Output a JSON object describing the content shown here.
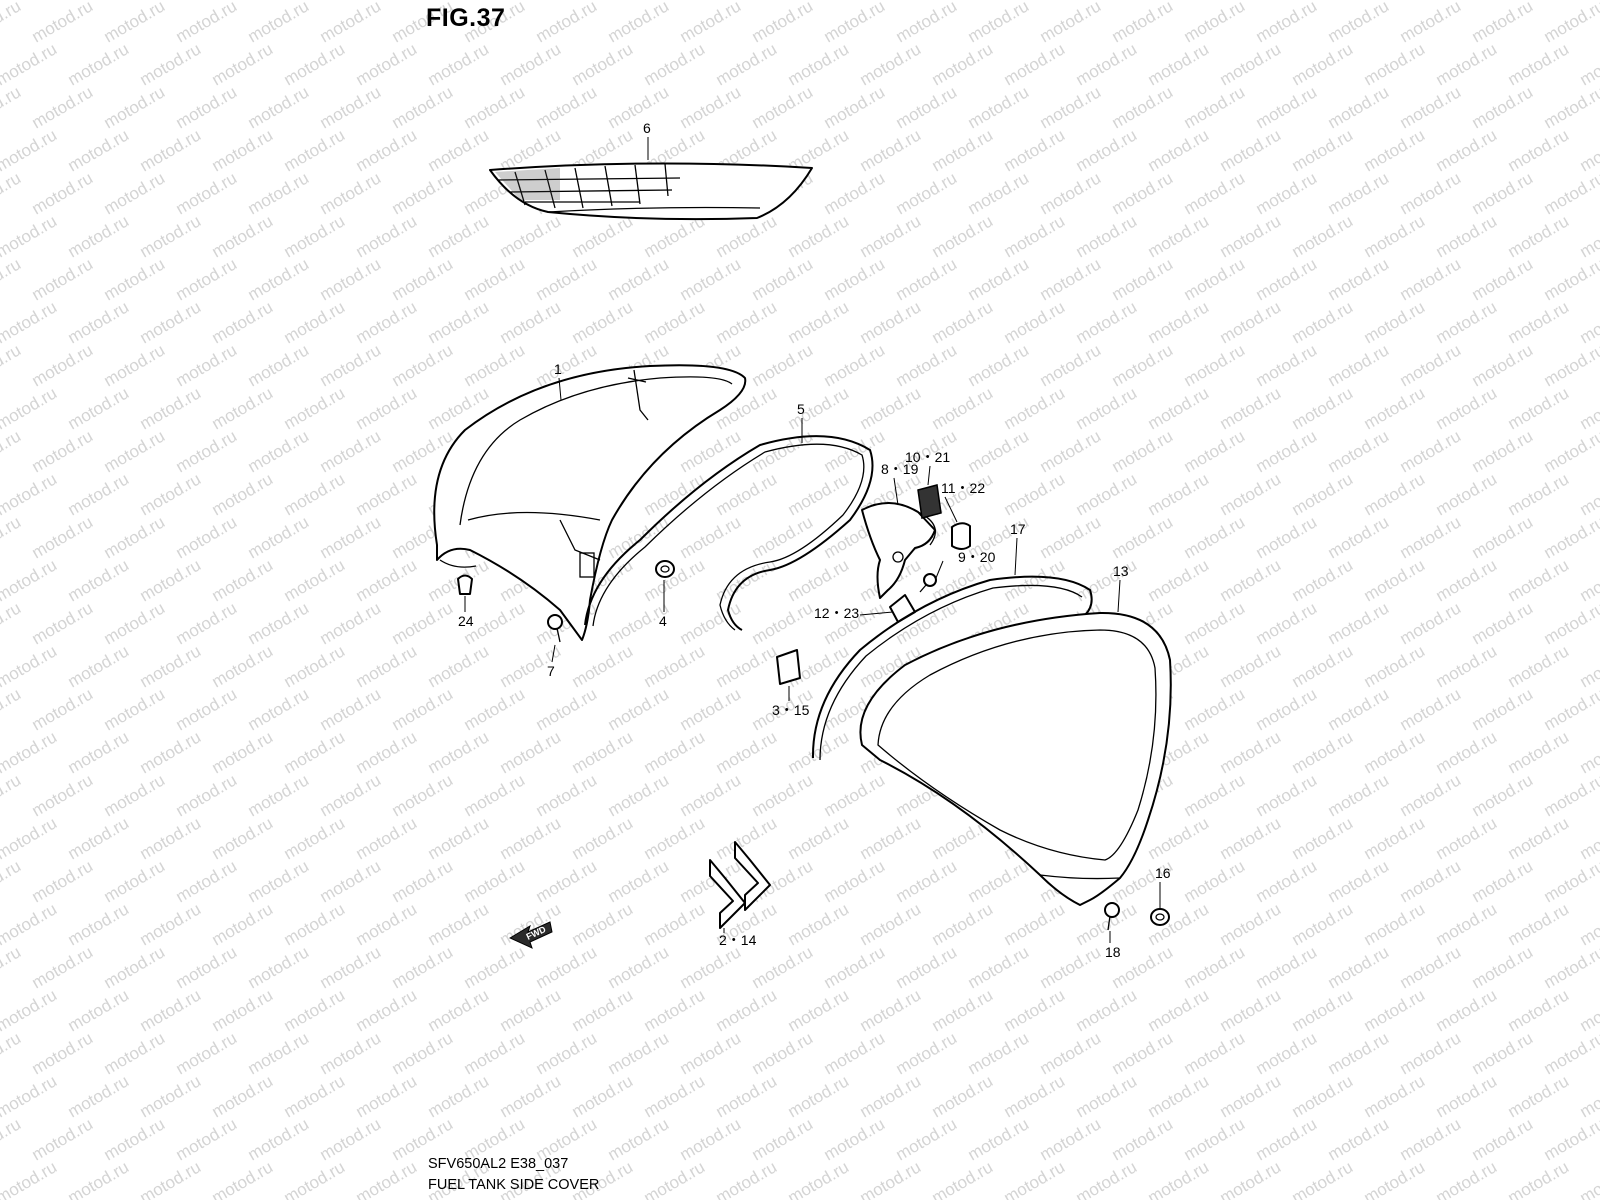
{
  "figure": {
    "title": "FIG.37",
    "model_code": "SFV650AL2 E38_037",
    "section_name": "FUEL TANK SIDE COVER"
  },
  "watermark": {
    "text": "motod.ru",
    "color": "#d4d4d4"
  },
  "arrow_label": "FWD",
  "callouts": [
    {
      "id": "c6",
      "label": "6"
    },
    {
      "id": "c1",
      "label": "1"
    },
    {
      "id": "c5",
      "label": "5"
    },
    {
      "id": "c10_21",
      "label": "10・21"
    },
    {
      "id": "c8_19",
      "label": "8・19"
    },
    {
      "id": "c11_22",
      "label": "11・22"
    },
    {
      "id": "c17",
      "label": "17"
    },
    {
      "id": "c9_20",
      "label": "9・20"
    },
    {
      "id": "c13",
      "label": "13"
    },
    {
      "id": "c12_23",
      "label": "12・23"
    },
    {
      "id": "c24",
      "label": "24"
    },
    {
      "id": "c4",
      "label": "4"
    },
    {
      "id": "c7",
      "label": "7"
    },
    {
      "id": "c3_15",
      "label": "3・15"
    },
    {
      "id": "c16",
      "label": "16"
    },
    {
      "id": "c2_14",
      "label": "2・14"
    },
    {
      "id": "c18",
      "label": "18"
    }
  ]
}
